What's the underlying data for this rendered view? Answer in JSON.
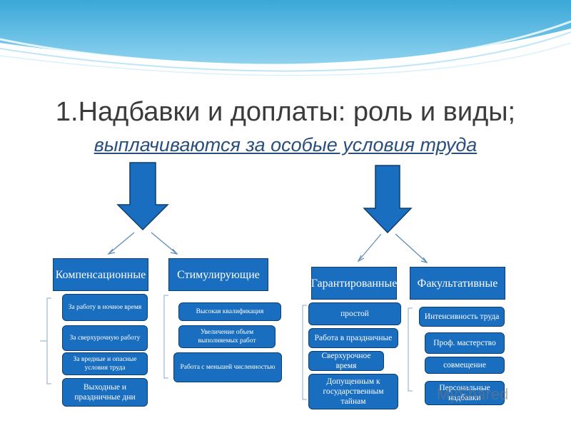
{
  "title": "1.Надбавки и доплаты: роль и виды;",
  "subtitle": "выплачиваются за особые условия труда",
  "colors": {
    "box_fill": "#1a6ebf",
    "box_border": "#0d3e6e",
    "arrow_fill": "#1a6ebf",
    "title_color": "#3b3b3b",
    "subtitle_color": "#2a4f7e"
  },
  "groups": {
    "compensatory": {
      "label": "Компенсационные",
      "items": [
        "За работу в ночное время",
        "За сверхурочную работу",
        "За вредные и опасные условия труда",
        "Выходные и праздничные дни"
      ]
    },
    "stimulating": {
      "label": "Стимулирующие",
      "items": [
        "Высокая квалификация",
        "Увеличение объем выполняемых работ",
        "Работа с меньшей численностью"
      ]
    },
    "guaranteed": {
      "label": "Гарантированные",
      "items": [
        "простой",
        "Работа в праздничные",
        "Сверхурочное время",
        "Допущенным к государственным тайнам"
      ]
    },
    "optional": {
      "label": "Факультативные",
      "items": [
        "Интенсивность труда",
        "Проф. мастерство",
        "совмещение",
        "Персональные надбавки"
      ]
    }
  },
  "watermark": "MyShared"
}
